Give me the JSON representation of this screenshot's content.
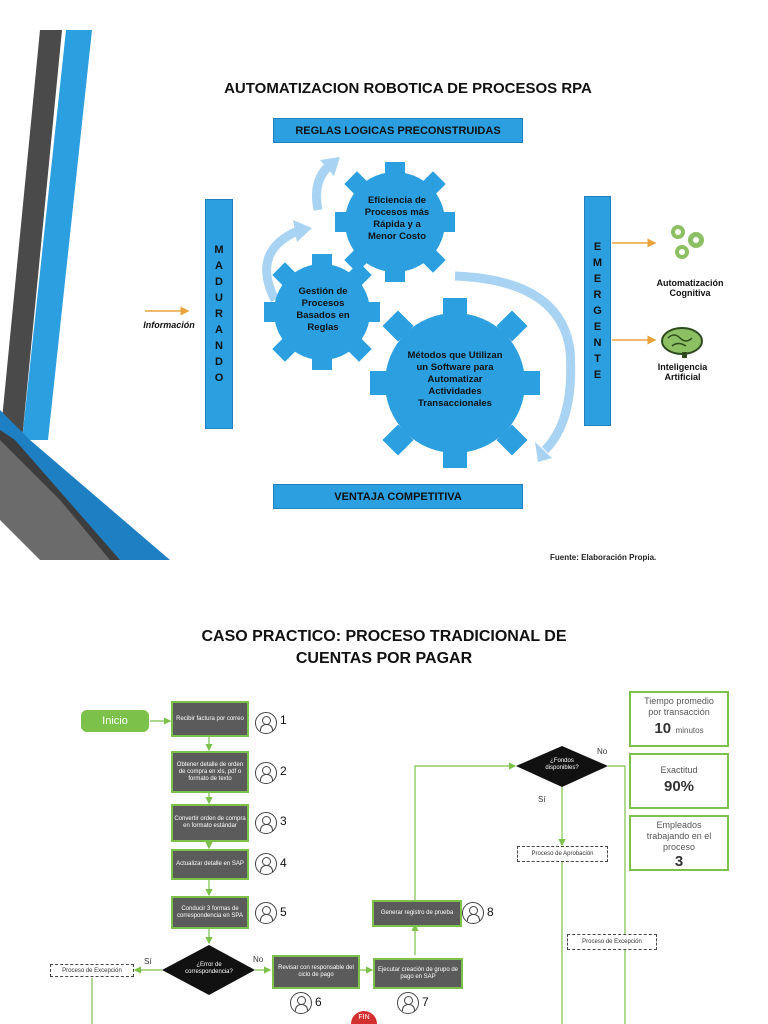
{
  "slide1": {
    "title": "AUTOMATIZACION ROBOTICA DE PROCESOS RPA",
    "top_box": "REGLAS LOGICAS PRECONSTRUIDAS",
    "bottom_box": "VENTAJA COMPETITIVA",
    "left_letters": [
      "M",
      "A",
      "D",
      "U",
      "R",
      "A",
      "N",
      "D",
      "O"
    ],
    "right_letters": [
      "E",
      "M",
      "E",
      "R",
      "G",
      "E",
      "N",
      "T",
      "E"
    ],
    "input_label": "Información",
    "gear_top": [
      "Eficiencia de",
      "Procesos más",
      "Rápida y a",
      "Menor Costo"
    ],
    "gear_left": [
      "Gestión de",
      "Procesos",
      "Basados en",
      "Reglas"
    ],
    "gear_big": [
      "Métodos que Utilizan",
      "un Software para",
      "Automatizar",
      "Actividades",
      "Transaccionales"
    ],
    "out1": [
      "Automatización",
      "Cognitiva"
    ],
    "out2": [
      "Inteligencia",
      "Artificial"
    ],
    "source": "Fuente: Elaboración Propia.",
    "colors": {
      "blue": "#2b9fe0",
      "dark": "#3d3d3d",
      "arrow": "#e8a33d",
      "gear_green": "#8cc063"
    }
  },
  "slide2": {
    "title_line1": "CASO PRACTICO: PROCESO TRADICIONAL DE",
    "title_line2": "CUENTAS POR PAGAR",
    "start": "Inicio",
    "steps": [
      {
        "text": "Recibir factura por correo",
        "num": "1"
      },
      {
        "text": "Obtener detalle de orden de compra en xls, pdf o formato de texto",
        "num": "2"
      },
      {
        "text": "Convertir orden de compra en formato estándar",
        "num": "3"
      },
      {
        "text": "Actualizar detalle en SAP",
        "num": "4"
      },
      {
        "text": "Conducir 3 formas de correspondencia en SPA",
        "num": "5"
      }
    ],
    "decision1": "¿Error de correspondencia?",
    "decision1_yes": "Sí",
    "decision1_no": "No",
    "exception_left": "Proceso de Excepción",
    "review": {
      "text": "Revisar con responsable del ciclo de pago",
      "num": "6"
    },
    "execute": {
      "text": "Ejecutar creación de grupo de pago en SAP",
      "num": "7"
    },
    "generate": {
      "text": "Generar registro de prueba",
      "num": "8"
    },
    "decision2": "¿Fondos disponibles?",
    "decision2_yes": "Sí",
    "decision2_no": "No",
    "approval": "Proceso de Aprobación",
    "exception_right": "Proceso de Excepción",
    "fin": "FIN",
    "kpi1": {
      "label": "Tiempo promedio por transacción",
      "value": "10",
      "unit": "minutos"
    },
    "kpi2": {
      "label": "Exactitud",
      "value": "90%"
    },
    "kpi3": {
      "label": "Empleados trabajando en el proceso",
      "value": "3"
    },
    "colors": {
      "green": "#7cc24a",
      "box": "#5b5b5b",
      "fin": "#d32f2f"
    }
  }
}
